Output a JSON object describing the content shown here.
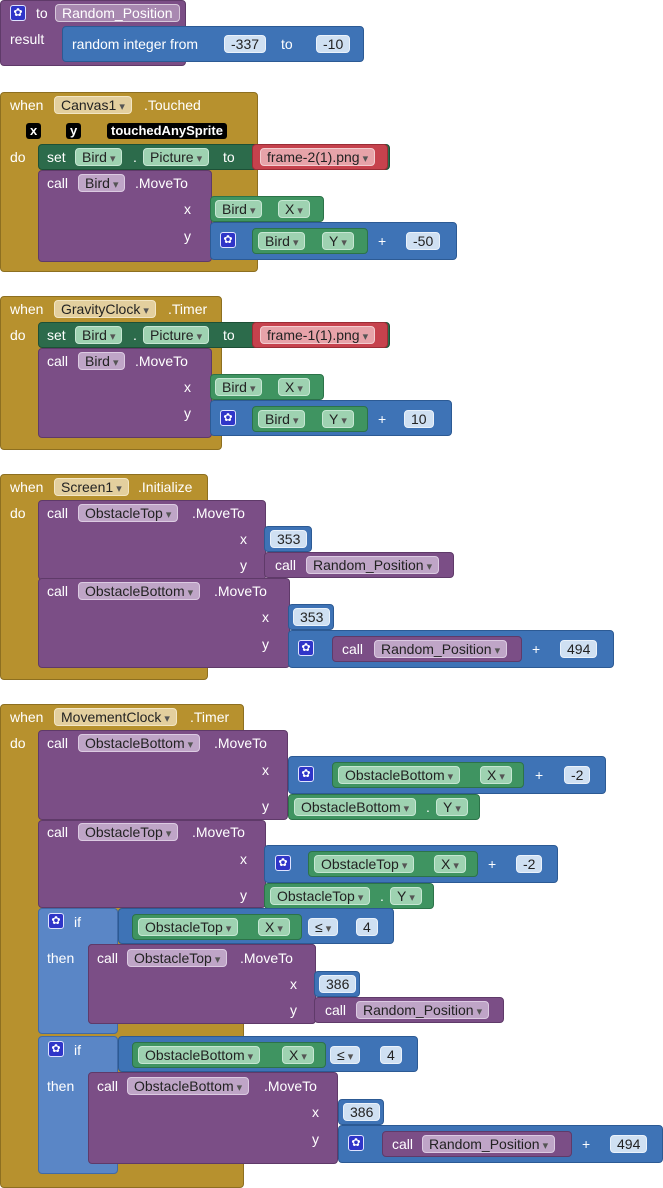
{
  "proc": {
    "to": "to",
    "name": "Random_Position",
    "result": "result",
    "random_label": "random integer from",
    "from_val": "-337",
    "to_label": "to",
    "to_val": "-10"
  },
  "canvas_touched": {
    "when": "when",
    "component": "Canvas1",
    "event": ".Touched",
    "p1": "x",
    "p2": "y",
    "p3": "touchedAnySprite",
    "do": "do",
    "set": "set",
    "set_comp": "Bird",
    "dot": ".",
    "set_prop": "Picture",
    "to": "to",
    "picture": "frame-2(1).png",
    "call": "call",
    "call_comp": "Bird",
    "method": ".MoveTo",
    "x": "x",
    "y": "y",
    "x_comp": "Bird",
    "x_prop": "X",
    "y_comp": "Bird",
    "y_prop": "Y",
    "plus": "+",
    "delta": "-50"
  },
  "gravity_timer": {
    "when": "when",
    "component": "GravityClock",
    "event": ".Timer",
    "do": "do",
    "set": "set",
    "set_comp": "Bird",
    "dot": ".",
    "set_prop": "Picture",
    "to": "to",
    "picture": "frame-1(1).png",
    "call": "call",
    "call_comp": "Bird",
    "method": ".MoveTo",
    "x": "x",
    "y": "y",
    "x_comp": "Bird",
    "x_prop": "X",
    "y_comp": "Bird",
    "y_prop": "Y",
    "plus": "+",
    "delta": "10"
  },
  "screen_init": {
    "when": "when",
    "component": "Screen1",
    "event": ".Initialize",
    "do": "do",
    "c1_call": "call",
    "c1_comp": "ObstacleTop",
    "c1_method": ".MoveTo",
    "c1_x": "x",
    "c1_y": "y",
    "c1_xval": "353",
    "c1_ycall": "call",
    "c1_yproc": "Random_Position",
    "c2_call": "call",
    "c2_comp": "ObstacleBottom",
    "c2_method": ".MoveTo",
    "c2_x": "x",
    "c2_y": "y",
    "c2_xval": "353",
    "c2_ycall": "call",
    "c2_yproc": "Random_Position",
    "plus": "+",
    "c2_add": "494"
  },
  "movement_timer": {
    "when": "when",
    "component": "MovementClock",
    "event": ".Timer",
    "do": "do",
    "c1_call": "call",
    "c1_comp": "ObstacleBottom",
    "c1_method": ".MoveTo",
    "c1_x": "x",
    "c1_y": "y",
    "c1_xcomp": "ObstacleBottom",
    "c1_xprop": "X",
    "plus": "+",
    "c1_delta": "-2",
    "c1_ycomp": "ObstacleBottom",
    "c1_yprop": "Y",
    "dot": ".",
    "c2_call": "call",
    "c2_comp": "ObstacleTop",
    "c2_method": ".MoveTo",
    "c2_x": "x",
    "c2_y": "y",
    "c2_xcomp": "ObstacleTop",
    "c2_xprop": "X",
    "c2_delta": "-2",
    "c2_ycomp": "ObstacleTop",
    "c2_yprop": "Y",
    "if1": "if",
    "if1_comp": "ObstacleTop",
    "if1_prop": "X",
    "if1_op": "≤",
    "if1_val": "4",
    "then1": "then",
    "t1_call": "call",
    "t1_comp": "ObstacleTop",
    "t1_method": ".MoveTo",
    "t1_x": "x",
    "t1_y": "y",
    "t1_xval": "386",
    "t1_ycall": "call",
    "t1_yproc": "Random_Position",
    "if2": "if",
    "if2_comp": "ObstacleBottom",
    "if2_prop": "X",
    "if2_op": "≤",
    "if2_val": "4",
    "then2": "then",
    "t2_call": "call",
    "t2_comp": "ObstacleBottom",
    "t2_method": ".MoveTo",
    "t2_x": "x",
    "t2_y": "y",
    "t2_xval": "386",
    "t2_ycall": "call",
    "t2_yproc": "Random_Position",
    "t2_add": "494"
  },
  "icons": {
    "gear": "gear-icon",
    "dropdown": "chevron-down-icon"
  }
}
